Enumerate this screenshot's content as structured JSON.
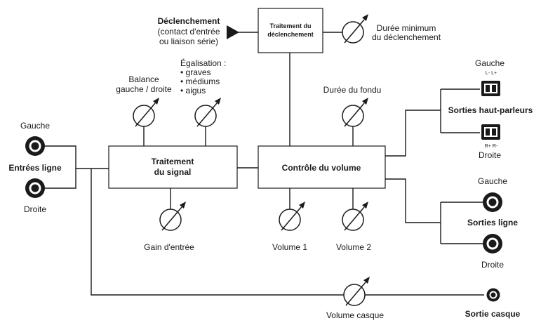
{
  "diagram": {
    "trigger": {
      "title": "Déclenchement",
      "subtitle_line1": "(contact d'entrée",
      "subtitle_line2": "ou liaison série)"
    },
    "trigger_box": {
      "line1": "Traitement du",
      "line2": "déclenchement"
    },
    "min_trigger_duration": {
      "line1": "Durée minimum",
      "line2": "du déclenchement"
    },
    "balance": {
      "line1": "Balance",
      "line2": "gauche / droite"
    },
    "equalisation": {
      "title": "Égalisation :",
      "items": [
        "• graves",
        "• médiums",
        "• aigus"
      ]
    },
    "fade_duration": "Durée du fondu",
    "line_inputs": {
      "title": "Entrées ligne",
      "left": "Gauche",
      "right": "Droite"
    },
    "signal_box": {
      "line1": "Traitement",
      "line2": "du signal"
    },
    "volume_box": "Contrôle du volume",
    "speaker_outputs": {
      "title": "Sorties haut-parleurs",
      "left": "Gauche",
      "right": "Droite",
      "left_pins": "L-  L+",
      "right_pins": "R+  R-"
    },
    "line_outputs": {
      "title": "Sorties ligne",
      "left": "Gauche",
      "right": "Droite"
    },
    "input_gain": "Gain d'entrée",
    "volume1": "Volume 1",
    "volume2": "Volume 2",
    "headphone_volume": "Volume casque",
    "headphone_output": "Sortie casque"
  }
}
